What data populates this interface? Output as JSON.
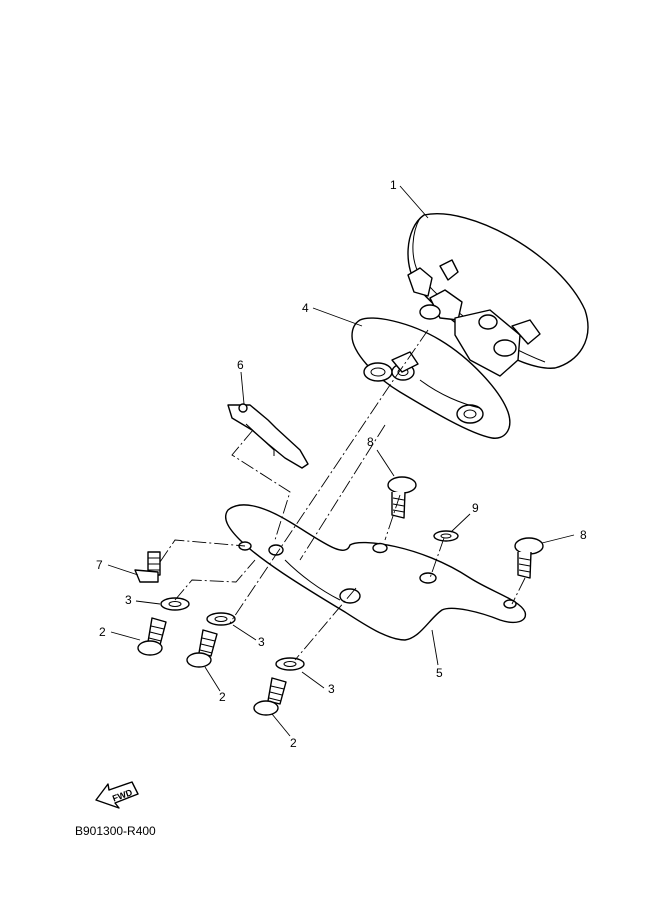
{
  "diagram_code": "B901300-R400",
  "fwd_label": "FWD",
  "callouts": {
    "c1": "1",
    "c4": "4",
    "c6": "6",
    "c8a": "8",
    "c9": "9",
    "c8b": "8",
    "c7": "7",
    "c3a": "3",
    "c3b": "3",
    "c3c": "3",
    "c2a": "2",
    "c2b": "2",
    "c2c": "2",
    "c5": "5"
  }
}
